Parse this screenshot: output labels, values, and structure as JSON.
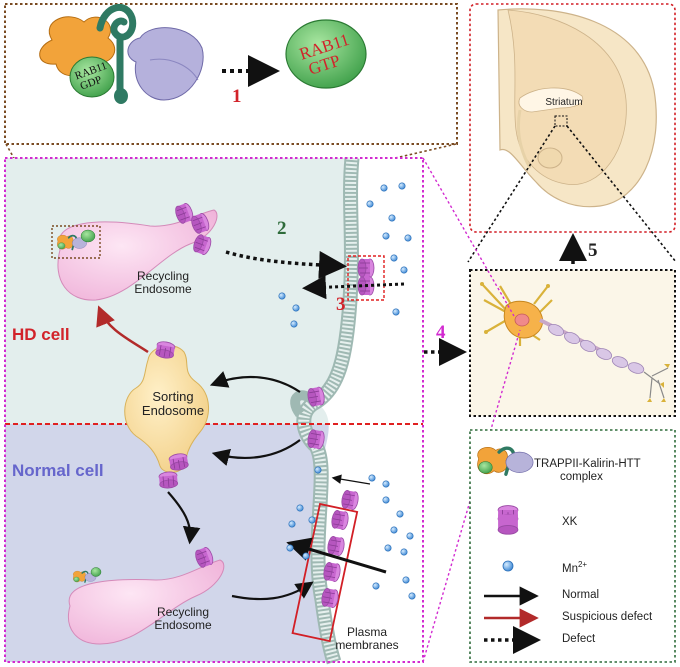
{
  "panel1": {
    "rab_gdp_line1": "RAB11",
    "rab_gdp_line2": "GDP",
    "rab_gtp_line1": "RAB11",
    "rab_gtp_line2": "GTP"
  },
  "steps": {
    "step1": "1",
    "step2": "2",
    "step3": "3",
    "step4": "4",
    "step5": "5"
  },
  "cell": {
    "hd_label": "HD cell",
    "normal_label": "Normal cell",
    "recycling_endosome_line1": "Recycling",
    "recycling_endosome_line2": "Endosome",
    "sorting_endosome_line1": "Sorting",
    "sorting_endosome_line2": "Endosome",
    "plasma_line1": "Plasma",
    "plasma_line2": "membranes"
  },
  "brain": {
    "striatum": "Striatum"
  },
  "legend": {
    "complex_line1": "TRAPPII-Kalirin-HTT",
    "complex_line2": "complex",
    "xk": "XK",
    "mn": "Mn",
    "mn_sup": "2+",
    "normal": "Normal",
    "suspicious": "Suspicious defect",
    "defect": "Defect"
  },
  "colors": {
    "hd_bg": "#e3eeed",
    "normal_bg": "#d1d6ea",
    "hd_label": "#d2232a",
    "normal_label": "#6666cc",
    "step1": "#d2232a",
    "step2": "#2e6b3a",
    "step3": "#d2232a",
    "step4": "#d22ad0",
    "step5": "#222222",
    "xk": "#c66bd0",
    "endosome": "#f6c9e6",
    "sorting": "#f6dc9e",
    "mn": "#4a90d9"
  }
}
